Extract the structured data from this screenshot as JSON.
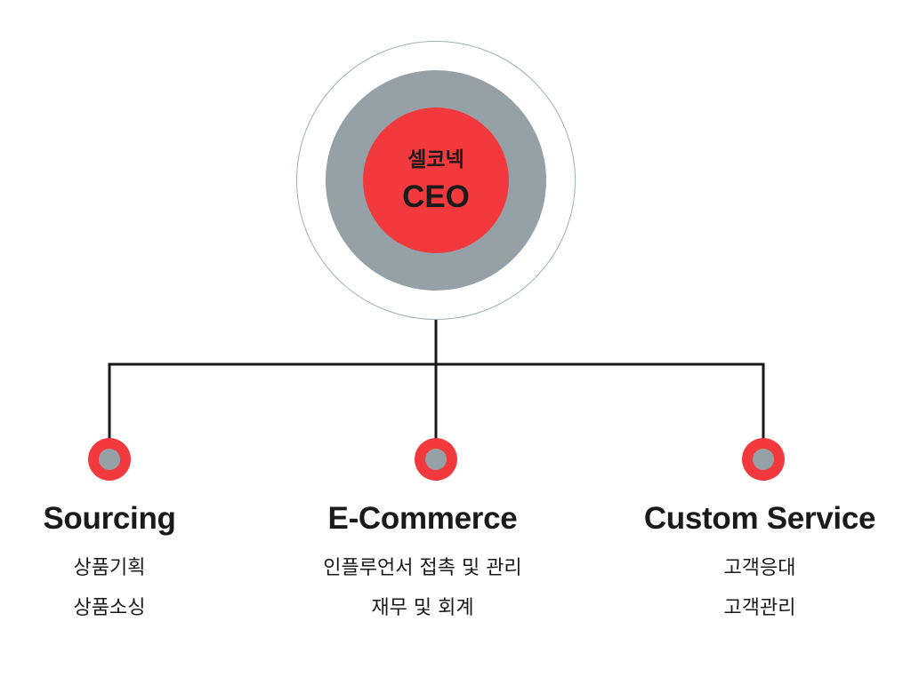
{
  "ceo": {
    "company": "셀코넥",
    "title": "CEO"
  },
  "departments": [
    {
      "name": "Sourcing",
      "roles": [
        "상품기획",
        "상품소싱"
      ]
    },
    {
      "name": "E-Commerce",
      "roles": [
        "인플루언서 접촉 및 관리",
        "재무 및 회계"
      ]
    },
    {
      "name": "Custom Service",
      "roles": [
        "고객응대",
        "고객관리"
      ]
    }
  ],
  "colors": {
    "accent_red": "#f2393d",
    "gray": "#96a1a7",
    "outline": "#a3adb3",
    "line": "#1a1a1a",
    "text": "#1a1a1a"
  }
}
